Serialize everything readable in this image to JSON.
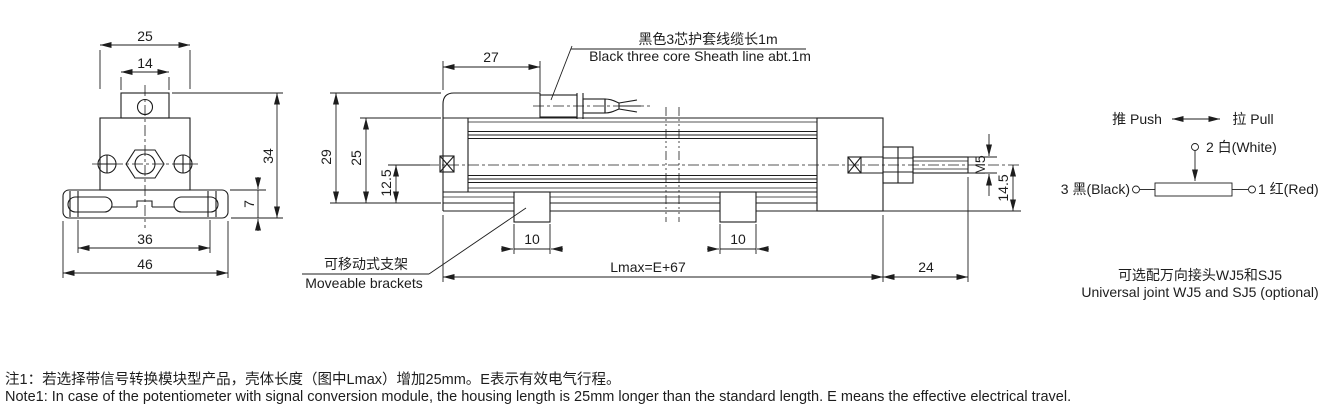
{
  "drawing": {
    "end_view": {
      "dim_25": "25",
      "dim_14": "14",
      "dim_34": "34",
      "dim_7": "7",
      "dim_36": "36",
      "dim_46": "46"
    },
    "side_view": {
      "dim_27": "27",
      "dim_29": "29",
      "dim_25": "25",
      "dim_12_5": "12.5",
      "dim_10_left": "10",
      "dim_10_right": "10",
      "dim_lmax": "Lmax=E+67",
      "dim_24": "24",
      "dim_m5": "M5",
      "dim_14_5": "14.5"
    },
    "cable_note": {
      "zh": "黑色3芯护套线缆长1m",
      "en": "Black three core Sheath line abt.1m"
    },
    "bracket_note": {
      "zh": "可移动式支架",
      "en": "Moveable brackets"
    }
  },
  "wiring_diagram": {
    "push_label": "推 Push",
    "pull_label": "拉 Pull",
    "terminal_2": "2 白(White)",
    "terminal_3": "3 黑(Black)",
    "terminal_1": "1 红(Red)",
    "caption_zh": "可选配万向接头WJ5和SJ5",
    "caption_en": "Universal joint WJ5 and SJ5 (optional)"
  },
  "notes": {
    "note1_zh": "注1：若选择带信号转换模块型产品，壳体长度（图中Lmax）增加25mm。E表示有效电气行程。",
    "note1_en": "Note1: In case of the potentiometer with signal conversion module, the housing length is 25mm longer than the standard length. E means the effective electrical travel."
  },
  "colors": {
    "line": "#1d1d1d",
    "background": "#ffffff"
  }
}
